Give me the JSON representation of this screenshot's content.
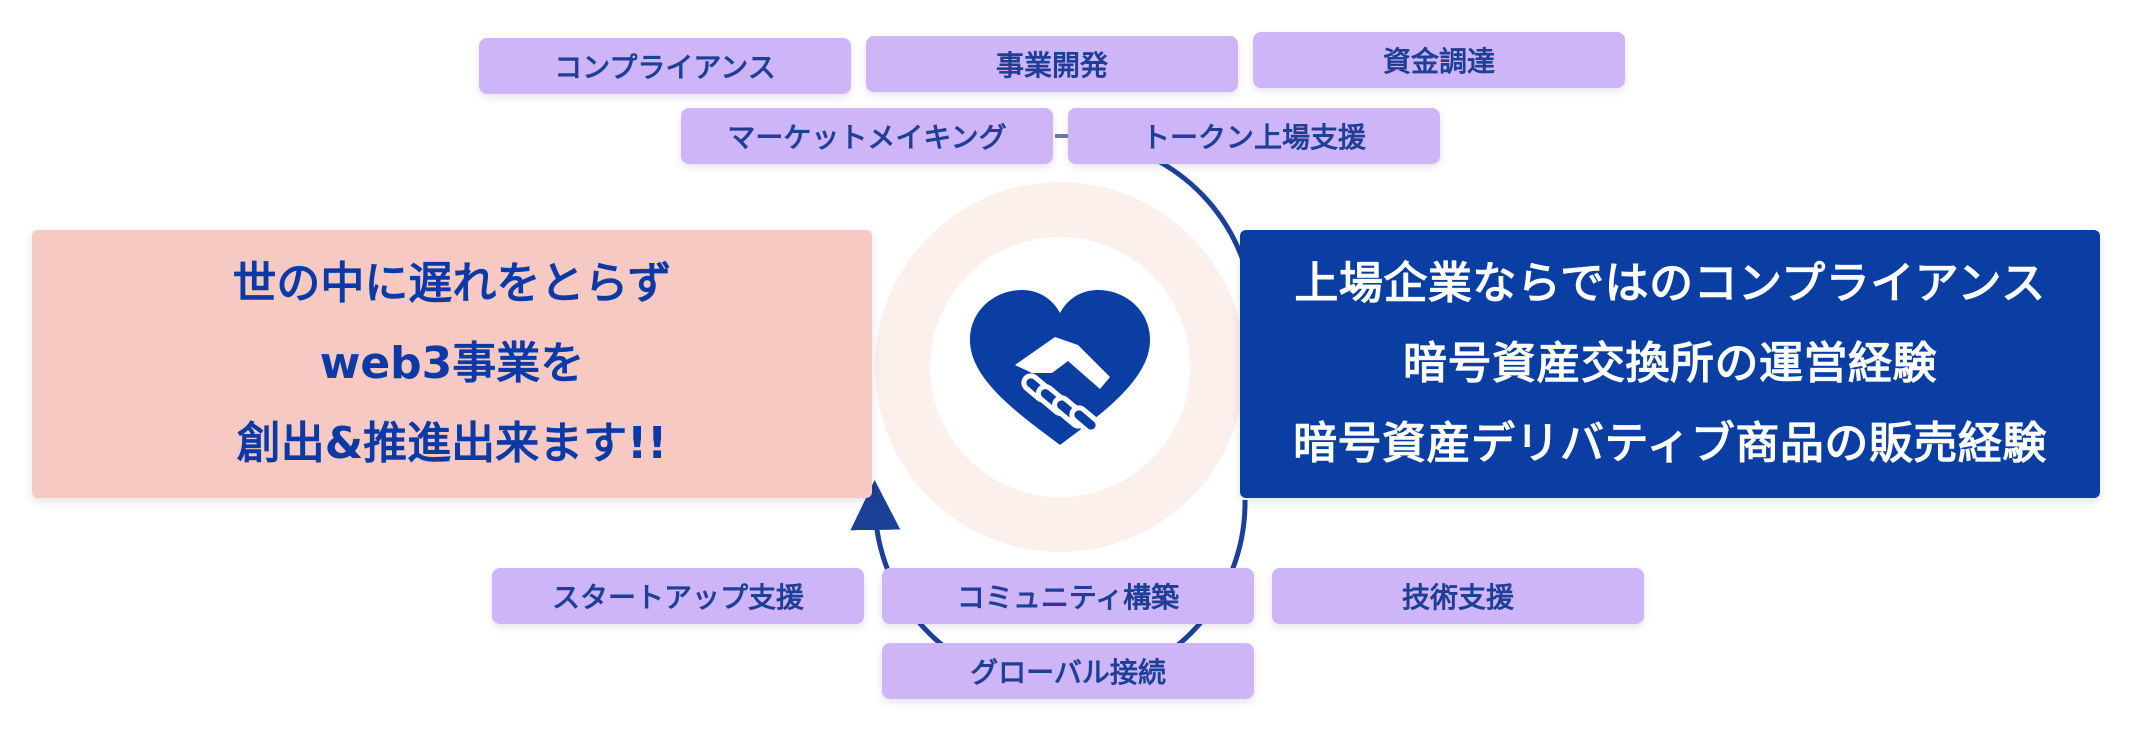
{
  "tags_top": [
    "コンプライアンス",
    "事業開発",
    "資金調達",
    "マーケットメイキング",
    "トークン上場支援"
  ],
  "tags_bottom": [
    "スタートアップ支援",
    "コミュニティ構築",
    "技術支援",
    "グローバル接続"
  ],
  "left_panel": {
    "lines": [
      "世の中に遅れをとらず",
      "web3事業を",
      "創出&推進出来ます!!"
    ]
  },
  "right_panel": {
    "lines": [
      "上場企業ならではのコンプライアンス",
      "暗号資産交換所の運営経験",
      "暗号資産デリバティブ商品の販売経験"
    ]
  },
  "center_icon": "handshake-heart-icon",
  "colors": {
    "tag_bg": "#cdb5f7",
    "tag_text": "#1f3f97",
    "left_bg": "#f6cac3",
    "left_text": "#0b3aa6",
    "right_bg": "#0a3ea3",
    "right_text": "#ffffff",
    "accent": "#0a3ea3",
    "halo": "#fbf0ec"
  }
}
